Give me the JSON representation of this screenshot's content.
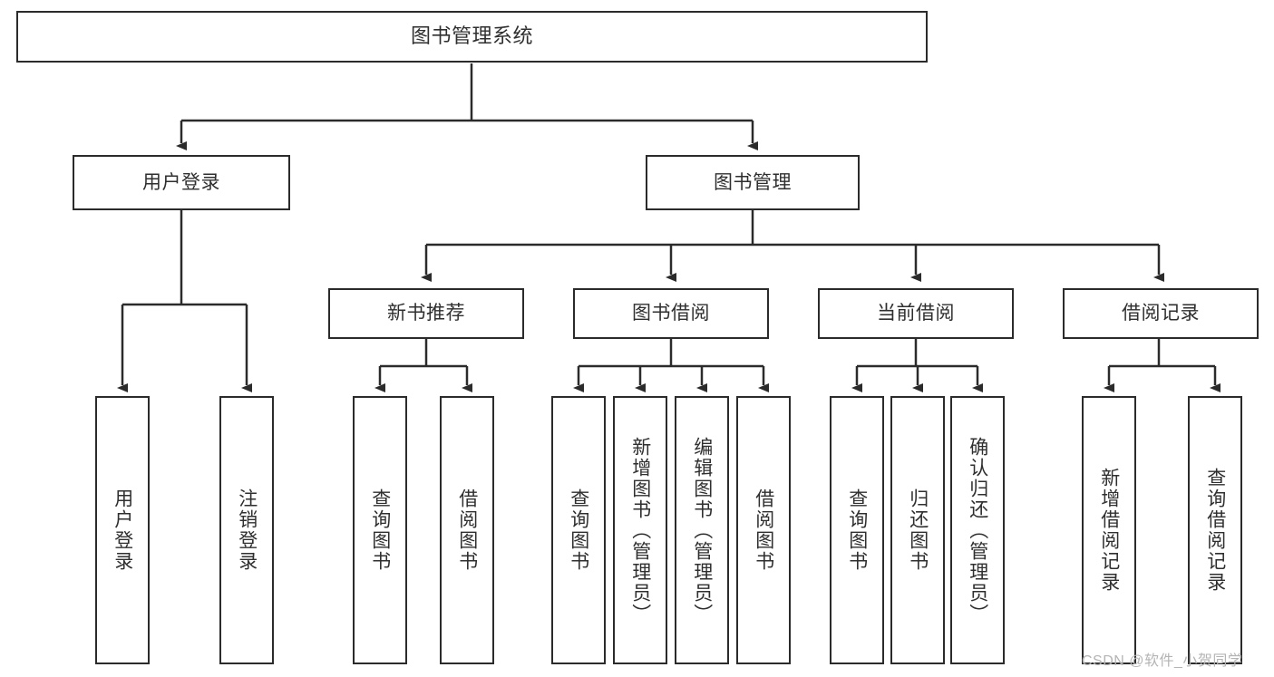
{
  "diagram": {
    "title": "图书管理系统",
    "type": "tree-hierarchy-functional-decomposition",
    "watermark": "CSDN @软件_小贺同学",
    "colors": {
      "box_border": "#2b2b2b",
      "box_fill": "#ffffff",
      "text": "#2f2f2f",
      "connector": "#2b2b2b",
      "watermark": "#b4b4b4",
      "background": "#ffffff"
    },
    "nodes": {
      "root": {
        "label": "图书管理系统"
      },
      "level2": [
        {
          "id": "user-login",
          "label": "用户登录"
        },
        {
          "id": "book-manage",
          "label": "图书管理"
        }
      ],
      "level3": [
        {
          "id": "new-book-recommend",
          "label": "新书推荐"
        },
        {
          "id": "book-borrow",
          "label": "图书借阅"
        },
        {
          "id": "current-borrow",
          "label": "当前借阅"
        },
        {
          "id": "borrow-record",
          "label": "借阅记录"
        }
      ],
      "leaves_user_login": [
        {
          "id": "leaf-user-login",
          "label": "用户登录"
        },
        {
          "id": "leaf-logout-login",
          "label": "注销登录"
        }
      ],
      "leaves_new_book_recommend": [
        {
          "id": "leaf-query-book-1",
          "label": "查询图书"
        },
        {
          "id": "leaf-borrow-book-1",
          "label": "借阅图书"
        }
      ],
      "leaves_book_borrow": [
        {
          "id": "leaf-query-book-2",
          "label": "查询图书"
        },
        {
          "id": "leaf-add-book",
          "label": "新增图书（管理员）"
        },
        {
          "id": "leaf-edit-book",
          "label": "编辑图书（管理员）"
        },
        {
          "id": "leaf-borrow-book-2",
          "label": "借阅图书"
        }
      ],
      "leaves_current_borrow": [
        {
          "id": "leaf-query-book-3",
          "label": "查询图书"
        },
        {
          "id": "leaf-return-book",
          "label": "归还图书"
        },
        {
          "id": "leaf-confirm-return",
          "label": "确认归还（管理员）"
        }
      ],
      "leaves_borrow_record": [
        {
          "id": "leaf-add-borrow-record",
          "label": "新增借阅记录"
        },
        {
          "id": "leaf-query-borrow-record",
          "label": "查询借阅记录"
        }
      ]
    }
  }
}
